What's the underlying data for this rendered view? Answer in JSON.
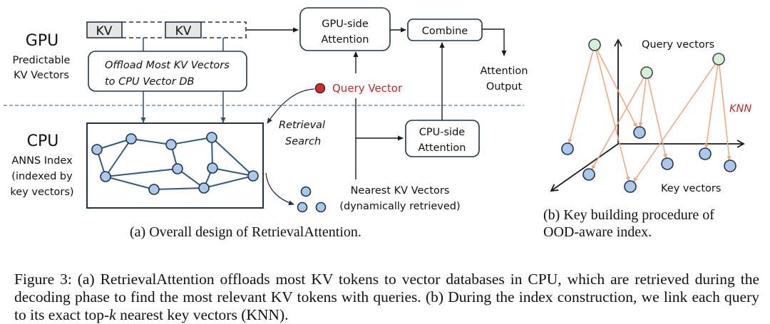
{
  "panel_a": {
    "gpu_label": "GPU",
    "gpu_sublabel_line1": "Predictable",
    "gpu_sublabel_line2": "KV Vectors",
    "kv_block_1": "KV",
    "kv_block_2": "KV",
    "offload_line1": "Offload Most KV Vectors",
    "offload_line2": "to CPU Vector DB",
    "gpu_attention_line1": "GPU-side",
    "gpu_attention_line2": "Attention",
    "combine": "Combine",
    "attention_output_line1": "Attention",
    "attention_output_line2": "Output",
    "query_vector": "Query Vector",
    "cpu_label": "CPU",
    "cpu_sublabel_line1": "ANNS Index",
    "cpu_sublabel_line2": "(indexed by",
    "cpu_sublabel_line3": "key vectors)",
    "retrieval_line1": "Retrieval",
    "retrieval_line2": "Search",
    "cpu_attention_line1": "CPU-side",
    "cpu_attention_line2": "Attention",
    "nearest_line1": "Nearest KV Vectors",
    "nearest_line2": "(dynamically retrieved)",
    "caption": "(a) Overall design of RetrievalAttention."
  },
  "panel_b": {
    "query_vectors_label": "Query vectors",
    "knn_label": "KNN",
    "key_vectors_label": "Key vectors",
    "caption_line1": "(b) Key building procedure of",
    "caption_line2": "OOD-aware index."
  },
  "figure_caption": {
    "part1": "Figure 3: (a) RetrievalAttention offloads most KV tokens to vector databases in CPU, which are retrieved during the decoding phase to find the most relevant KV tokens with queries. (b) During the index construction, we link each query to its exact top-",
    "k": "k",
    "part2": " nearest key vectors (KNN)."
  },
  "colors": {
    "node_fill": "#a9c8ea",
    "node_stroke": "#1f3448",
    "graph_edge": "#2f5a78",
    "query_fill": "#e2281f",
    "query_text": "#c0272d",
    "query_node_fill": "#d8efd2",
    "knn_edge": "#f0a97e",
    "knn_text": "#c0272d",
    "kv_fill": "#e6e6e6",
    "divider": "#4d7fa3"
  }
}
